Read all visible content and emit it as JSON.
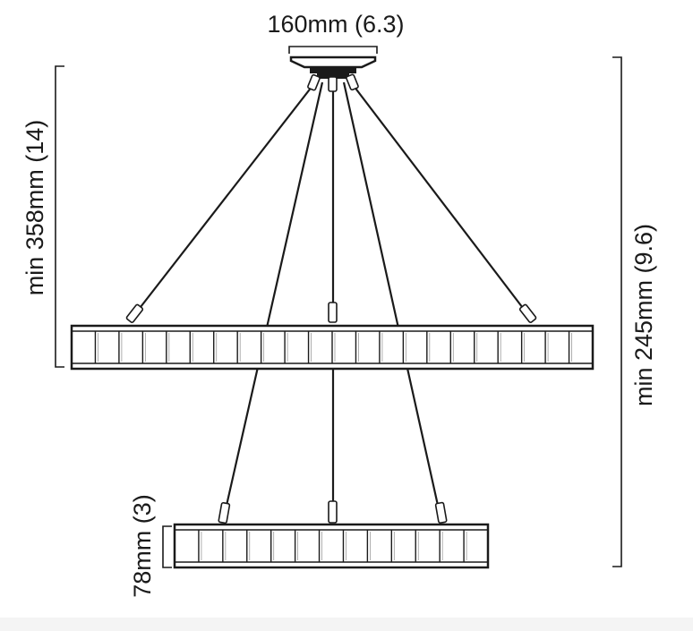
{
  "diagram": {
    "labels": {
      "canopy_width": "160mm (6.3)",
      "upper_drop": "min 358mm (14)",
      "ring_height": "78mm (3)",
      "lower_drop": "min 245mm (9.6)"
    },
    "colors": {
      "ink": "#1a1a1a",
      "ring_fill": "#ffffff",
      "background": "#ffffff",
      "footer": "#f4f4f4"
    }
  }
}
